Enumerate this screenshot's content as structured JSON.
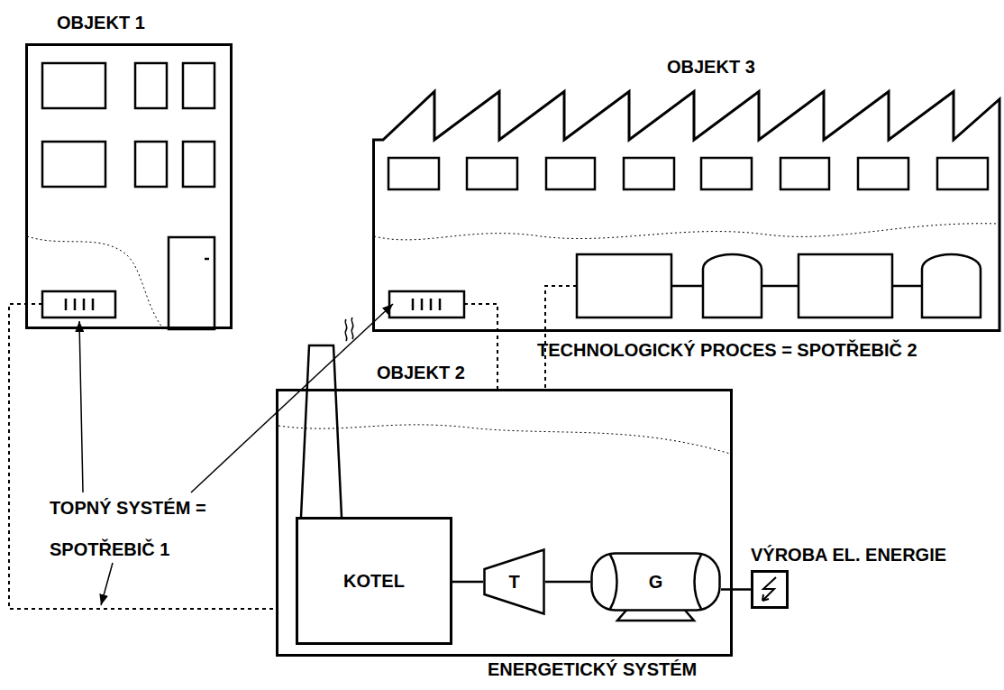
{
  "diagram": {
    "nodes": [
      {
        "text": [
          "OBJEKT 1"
        ]
      },
      {
        "text": [
          "OBJEKT 3"
        ]
      },
      {
        "text": [
          "OBJEKT 2",
          "ENERGETICKÝ SYSTÉM"
        ]
      },
      {
        "text": [
          "KOTEL"
        ],
        "in": 2
      },
      {
        "text": [
          "T"
        ],
        "in": 2
      },
      {
        "text": [
          "G"
        ],
        "in": 2
      },
      {
        "text": [
          "VÝROBA EL. ENERGIE"
        ]
      }
    ],
    "edges": [
      {
        "from": 3,
        "to": 4,
        "arrow": "none"
      },
      {
        "from": 4,
        "to": 5,
        "arrow": "none"
      },
      {
        "from": 5,
        "to": 6,
        "arrow": "none"
      }
    ],
    "labels": [
      "TOPNÝ SYSTÉM = SPOTŘEBIČ 1",
      "TECHNOLOGICKÝ PROCES = SPOTŘEBIČ 2"
    ]
  }
}
